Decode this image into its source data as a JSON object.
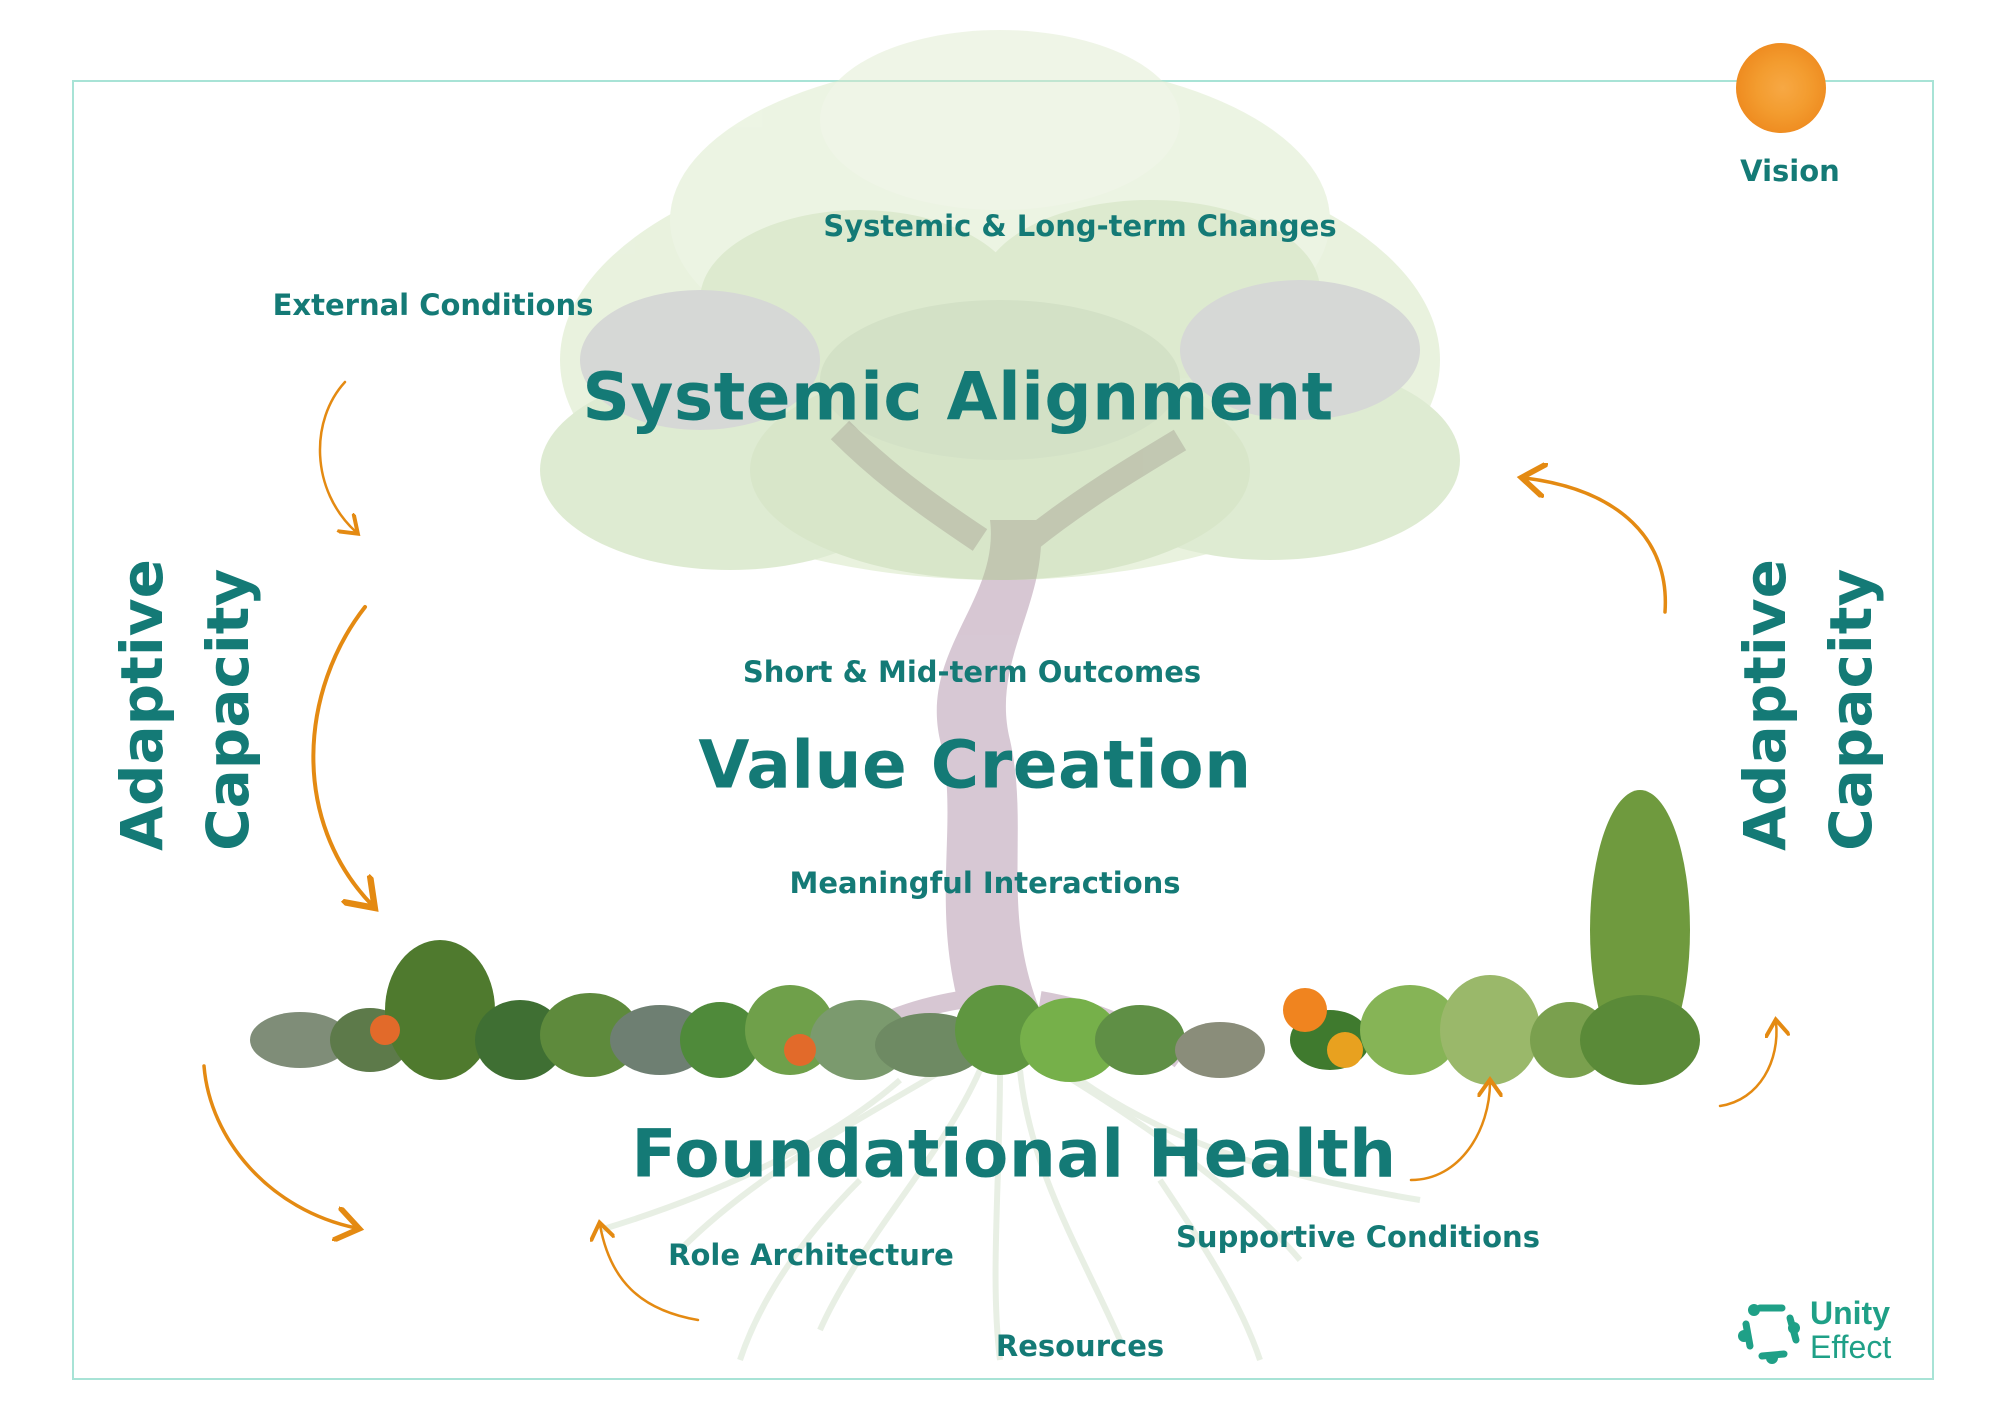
{
  "labels": {
    "vision": "Vision",
    "systemic_changes": "Systemic & Long-term Changes",
    "external_conditions": "External Conditions",
    "systemic_alignment": "Systemic Alignment",
    "short_mid_outcomes": "Short & Mid-term Outcomes",
    "value_creation": "Value Creation",
    "meaningful_interactions": "Meaningful Interactions",
    "foundational_health": "Foundational Health",
    "role_architecture": "Role Architecture",
    "supportive_conditions": "Supportive Conditions",
    "resources": "Resources"
  },
  "adaptive_left": {
    "line1": "Adaptive",
    "line2": "Capacity"
  },
  "adaptive_right": {
    "line1": "Adaptive",
    "line2": "Capacity"
  },
  "logo": {
    "line1": "Unity",
    "line2": "Effect"
  },
  "colors": {
    "text": "#147a76",
    "arrow": "#e48a12",
    "frame": "#a8e3d6",
    "sun": "#f39c2f",
    "logo": "#1fa087"
  }
}
